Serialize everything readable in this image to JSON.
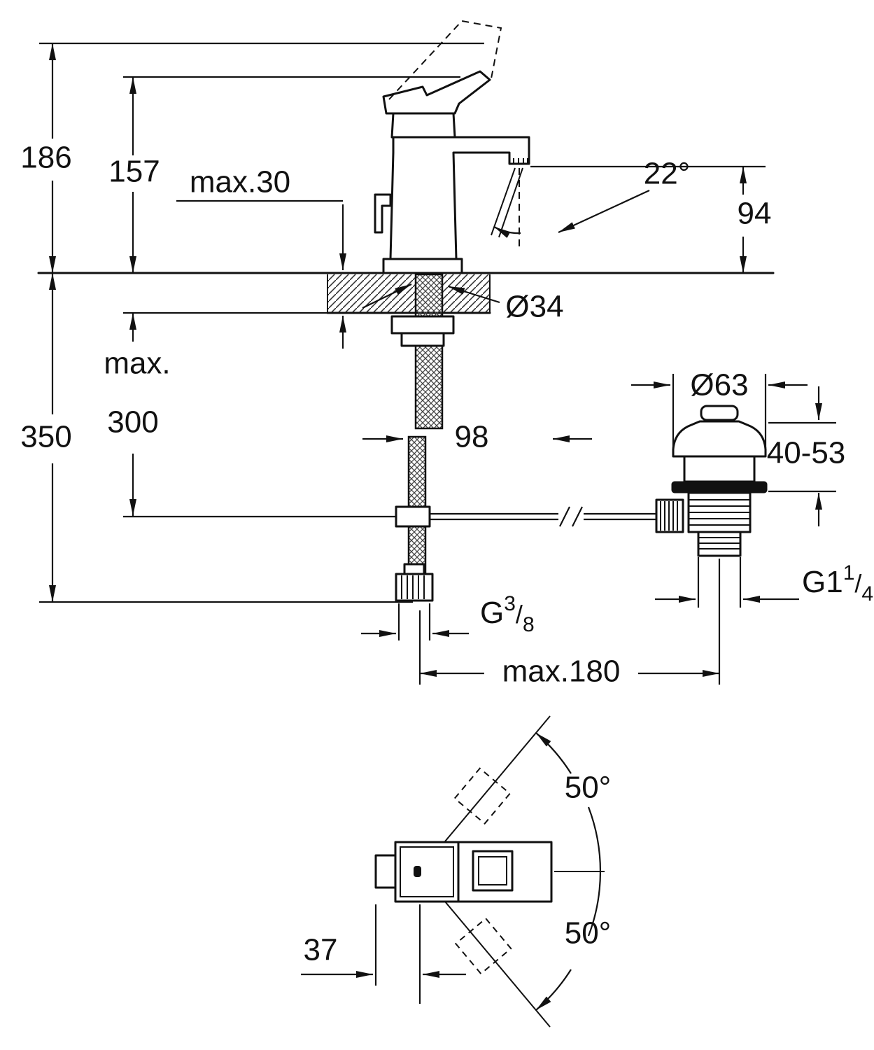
{
  "page": {
    "background": "#ffffff",
    "line_color": "#111111"
  },
  "labels": {
    "overall_height": "186",
    "handle_height": "157",
    "deck_thickness": "max.30",
    "stream_angle": "22°",
    "outlet_height": "94",
    "hole_diameter": "Ø34",
    "hose_max_word": "max.",
    "hose_max_value": "300",
    "overall_depth": "350",
    "spout_projection": "98",
    "flange_diameter": "Ø63",
    "clamp_range": "40-53",
    "supply_thread": {
      "base": "G",
      "sup": "3",
      "slash": "/",
      "sub": "8"
    },
    "waste_thread": {
      "base": "G1",
      "sup": "1",
      "slash": "/",
      "sub": "4"
    },
    "max_spread": "max.180",
    "swing_top": "50°",
    "swing_bottom": "50°",
    "handle_offset": "37"
  }
}
